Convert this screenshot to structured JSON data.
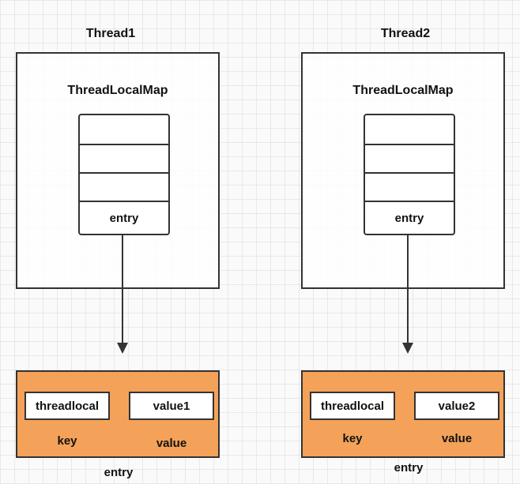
{
  "threads": [
    {
      "name": "Thread1",
      "map_title": "ThreadLocalMap",
      "slot_label": "entry",
      "entry": {
        "key_text": "threadlocal",
        "value_text": "value1",
        "key_label": "key",
        "value_label": "value",
        "caption": "entry"
      }
    },
    {
      "name": "Thread2",
      "map_title": "ThreadLocalMap",
      "slot_label": "entry",
      "entry": {
        "key_text": "threadlocal",
        "value_text": "value2",
        "key_label": "key",
        "value_label": "value",
        "caption": "entry"
      }
    }
  ],
  "colors": {
    "entry_fill": "#f4a259",
    "stroke": "#333333",
    "background": "#fafafa"
  }
}
